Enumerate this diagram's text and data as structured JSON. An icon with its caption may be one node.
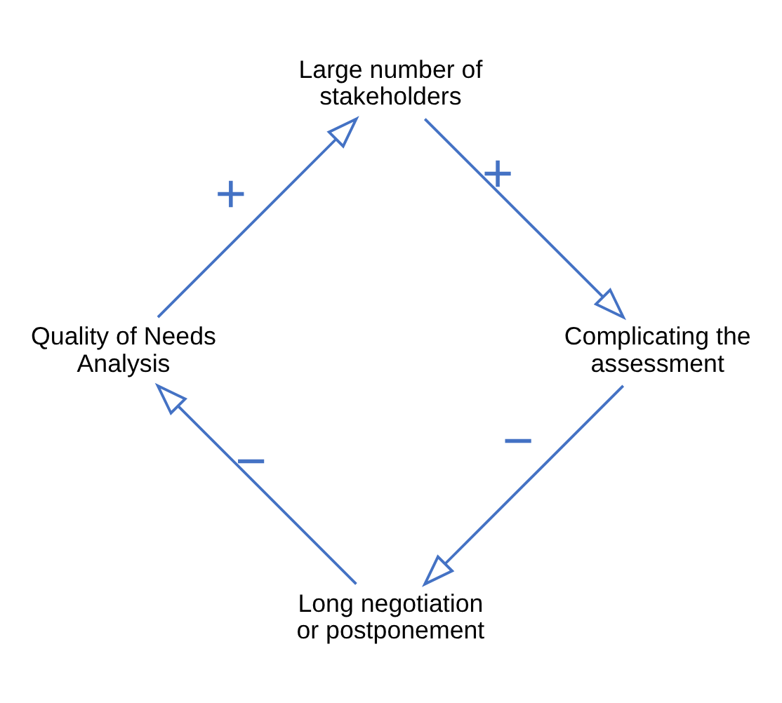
{
  "diagram": {
    "nodes": [
      {
        "text": [
          "Long negotiation or postponement"
        ]
      },
      {
        "text": [
          "Quality of Needs Analysis"
        ]
      },
      {
        "text": [
          "Large number of stakeholders"
        ]
      },
      {
        "text": [
          "Complicating the assessment"
        ]
      }
    ],
    "edges": [
      {
        "from": 0,
        "to": 1,
        "arrow": "to",
        "label": "−"
      },
      {
        "from": 1,
        "to": 2,
        "arrow": "to",
        "label": "+"
      },
      {
        "from": 2,
        "to": 3,
        "arrow": "to",
        "label": "+"
      },
      {
        "from": 3,
        "to": 0,
        "arrow": "to",
        "label": "−"
      }
    ]
  }
}
